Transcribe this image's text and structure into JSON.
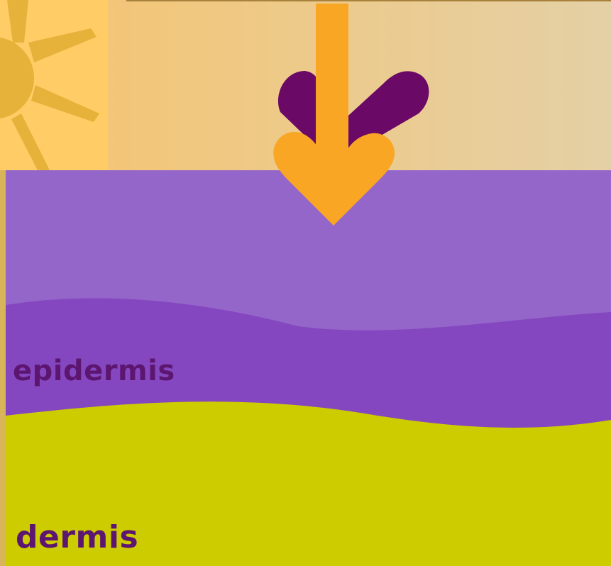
{
  "diagram": {
    "layers": [
      {
        "name": "epidermis",
        "label": "epidermis",
        "color": "#8e5ac6"
      },
      {
        "name": "dermis",
        "label": "dermis",
        "color": "#cccc00"
      }
    ],
    "elements": {
      "sun": {
        "icon": "sun-icon",
        "color": "#e6b23a"
      },
      "arrow": {
        "icon": "arrow-down-icon",
        "color": "#f8a623"
      },
      "chevron": {
        "icon": "chevron-down-icon",
        "color": "#6b0a66"
      }
    },
    "colors": {
      "sky_left": "#ffcc66",
      "sky_right": "#e4d0a5",
      "label_text": "#5d1670",
      "upper_epidermis": "#9566c9",
      "lower_epidermis": "#8447c0",
      "dermis": "#cccc00"
    }
  }
}
